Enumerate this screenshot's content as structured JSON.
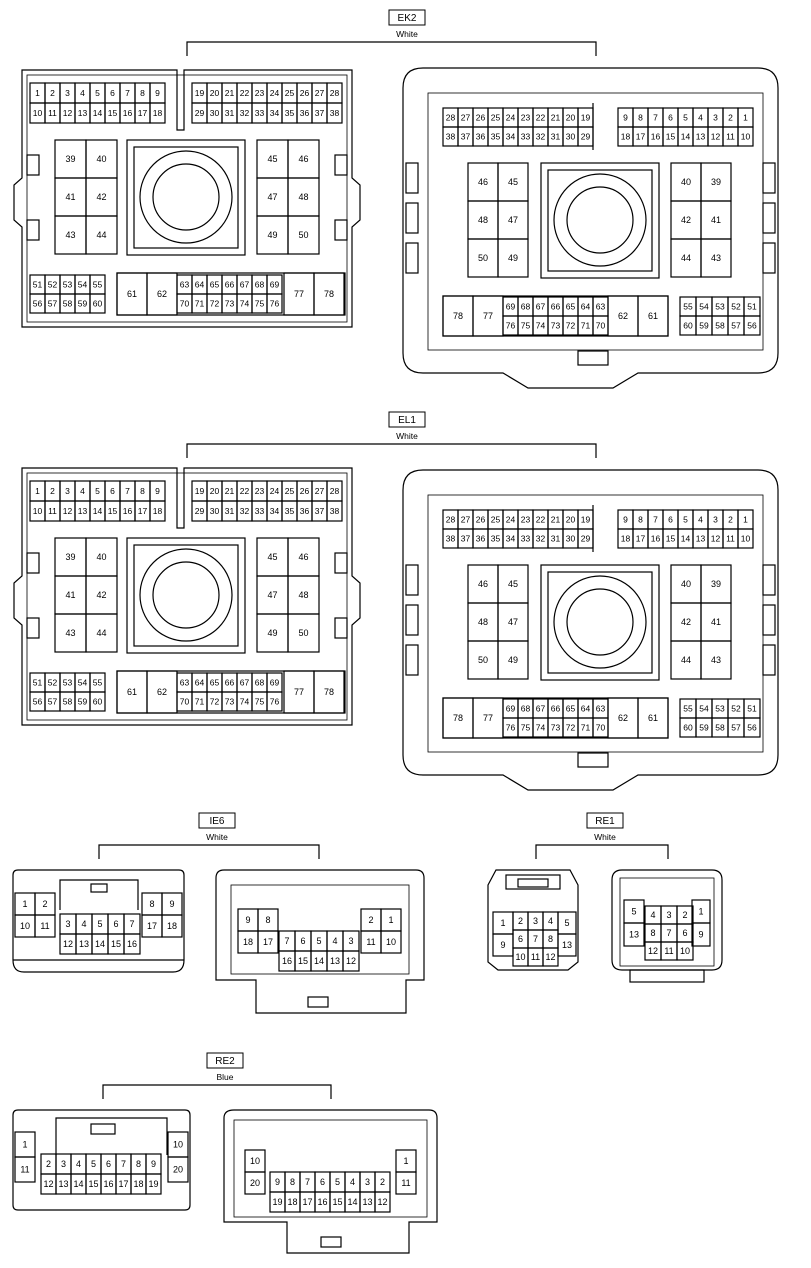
{
  "connectors": {
    "ek2": {
      "code": "EK2",
      "color": "White",
      "a": {
        "row1": [
          "1",
          "2",
          "3",
          "4",
          "5",
          "6",
          "7",
          "8",
          "9"
        ],
        "row2": [
          "10",
          "11",
          "12",
          "13",
          "14",
          "15",
          "16",
          "17",
          "18"
        ],
        "row3": [
          "19",
          "20",
          "21",
          "22",
          "23",
          "24",
          "25",
          "26",
          "27",
          "28"
        ],
        "row4": [
          "29",
          "30",
          "31",
          "32",
          "33",
          "34",
          "35",
          "36",
          "37",
          "38"
        ],
        "lgrid": [
          "39",
          "40",
          "41",
          "42",
          "43",
          "44"
        ],
        "rgrid": [
          "45",
          "46",
          "47",
          "48",
          "49",
          "50"
        ],
        "blrow1": [
          "51",
          "52",
          "53",
          "54",
          "55"
        ],
        "blrow2": [
          "56",
          "57",
          "58",
          "59",
          "60"
        ],
        "b61": "61",
        "b62": "62",
        "bmrow1": [
          "63",
          "64",
          "65",
          "66",
          "67",
          "68",
          "69"
        ],
        "bmrow2": [
          "70",
          "71",
          "72",
          "73",
          "74",
          "75",
          "76"
        ],
        "b77": "77",
        "b78": "78"
      },
      "b": {
        "row1": [
          "28",
          "27",
          "26",
          "25",
          "24",
          "23",
          "22",
          "21",
          "20",
          "19"
        ],
        "row2": [
          "38",
          "37",
          "36",
          "35",
          "34",
          "33",
          "32",
          "31",
          "30",
          "29"
        ],
        "row3": [
          "9",
          "8",
          "7",
          "6",
          "5",
          "4",
          "3",
          "2",
          "1"
        ],
        "row4": [
          "18",
          "17",
          "16",
          "15",
          "14",
          "13",
          "12",
          "11",
          "10"
        ],
        "lgrid": [
          "46",
          "45",
          "48",
          "47",
          "50",
          "49"
        ],
        "rgrid": [
          "40",
          "39",
          "42",
          "41",
          "44",
          "43"
        ],
        "b78": "78",
        "b77": "77",
        "bmrow1": [
          "69",
          "68",
          "67",
          "66",
          "65",
          "64",
          "63"
        ],
        "bmrow2": [
          "76",
          "75",
          "74",
          "73",
          "72",
          "71",
          "70"
        ],
        "b62": "62",
        "b61": "61",
        "brrow1": [
          "55",
          "54",
          "53",
          "52",
          "51"
        ],
        "brrow2": [
          "60",
          "59",
          "58",
          "57",
          "56"
        ]
      }
    },
    "el1": {
      "code": "EL1",
      "color": "White",
      "a": {
        "row1": [
          "1",
          "2",
          "3",
          "4",
          "5",
          "6",
          "7",
          "8",
          "9"
        ],
        "row2": [
          "10",
          "11",
          "12",
          "13",
          "14",
          "15",
          "16",
          "17",
          "18"
        ],
        "row3": [
          "19",
          "20",
          "21",
          "22",
          "23",
          "24",
          "25",
          "26",
          "27",
          "28"
        ],
        "row4": [
          "29",
          "30",
          "31",
          "32",
          "33",
          "34",
          "35",
          "36",
          "37",
          "38"
        ],
        "lgrid": [
          "39",
          "40",
          "41",
          "42",
          "43",
          "44"
        ],
        "rgrid": [
          "45",
          "46",
          "47",
          "48",
          "49",
          "50"
        ],
        "blrow1": [
          "51",
          "52",
          "53",
          "54",
          "55"
        ],
        "blrow2": [
          "56",
          "57",
          "58",
          "59",
          "60"
        ],
        "b61": "61",
        "b62": "62",
        "bmrow1": [
          "63",
          "64",
          "65",
          "66",
          "67",
          "68",
          "69"
        ],
        "bmrow2": [
          "70",
          "71",
          "72",
          "73",
          "74",
          "75",
          "76"
        ],
        "b77": "77",
        "b78": "78"
      },
      "b": {
        "row1": [
          "28",
          "27",
          "26",
          "25",
          "24",
          "23",
          "22",
          "21",
          "20",
          "19"
        ],
        "row2": [
          "38",
          "37",
          "36",
          "35",
          "34",
          "33",
          "32",
          "31",
          "30",
          "29"
        ],
        "row3": [
          "9",
          "8",
          "7",
          "6",
          "5",
          "4",
          "3",
          "2",
          "1"
        ],
        "row4": [
          "18",
          "17",
          "16",
          "15",
          "14",
          "13",
          "12",
          "11",
          "10"
        ],
        "lgrid": [
          "46",
          "45",
          "48",
          "47",
          "50",
          "49"
        ],
        "rgrid": [
          "40",
          "39",
          "42",
          "41",
          "44",
          "43"
        ],
        "b78": "78",
        "b77": "77",
        "bmrow1": [
          "69",
          "68",
          "67",
          "66",
          "65",
          "64",
          "63"
        ],
        "bmrow2": [
          "76",
          "75",
          "74",
          "73",
          "72",
          "71",
          "70"
        ],
        "b62": "62",
        "b61": "61",
        "brrow1": [
          "55",
          "54",
          "53",
          "52",
          "51"
        ],
        "brrow2": [
          "60",
          "59",
          "58",
          "57",
          "56"
        ]
      }
    },
    "ie6": {
      "code": "IE6",
      "color": "White",
      "a": {
        "lgrid": [
          "1",
          "2",
          "10",
          "11"
        ],
        "mrow1": [
          "3",
          "4",
          "5",
          "6",
          "7"
        ],
        "mrow2": [
          "12",
          "13",
          "14",
          "15",
          "16"
        ],
        "rgrid": [
          "8",
          "9",
          "17",
          "18"
        ]
      },
      "b": {
        "lgrid": [
          "9",
          "8",
          "18",
          "17"
        ],
        "mrow1": [
          "7",
          "6",
          "5",
          "4",
          "3"
        ],
        "mrow2": [
          "16",
          "15",
          "14",
          "13",
          "12"
        ],
        "rgrid": [
          "2",
          "1",
          "11",
          "10"
        ]
      }
    },
    "re1": {
      "code": "RE1",
      "color": "White",
      "a": {
        "left": [
          "1",
          "9"
        ],
        "mrow1": [
          "2",
          "3",
          "4"
        ],
        "mrow2": [
          "6",
          "7",
          "8"
        ],
        "mrow3": [
          "10",
          "11",
          "12"
        ],
        "right": [
          "5",
          "13"
        ]
      },
      "b": {
        "left": [
          "5",
          "13"
        ],
        "mrow1": [
          "4",
          "3",
          "2"
        ],
        "mrow2": [
          "8",
          "7",
          "6"
        ],
        "mrow3": [
          "12",
          "11",
          "10"
        ],
        "right": [
          "1",
          "9"
        ]
      }
    },
    "re2": {
      "code": "RE2",
      "color": "Blue",
      "a": {
        "left": [
          "1",
          "11"
        ],
        "mrow1": [
          "2",
          "3",
          "4",
          "5",
          "6",
          "7",
          "8",
          "9"
        ],
        "mrow2": [
          "12",
          "13",
          "14",
          "15",
          "16",
          "17",
          "18",
          "19"
        ],
        "right": [
          "10",
          "20"
        ]
      },
      "b": {
        "left": [
          "10",
          "20"
        ],
        "mrow1": [
          "9",
          "8",
          "7",
          "6",
          "5",
          "4",
          "3",
          "2"
        ],
        "mrow2": [
          "19",
          "18",
          "17",
          "16",
          "15",
          "14",
          "13",
          "12"
        ],
        "right": [
          "1",
          "11"
        ]
      }
    }
  }
}
